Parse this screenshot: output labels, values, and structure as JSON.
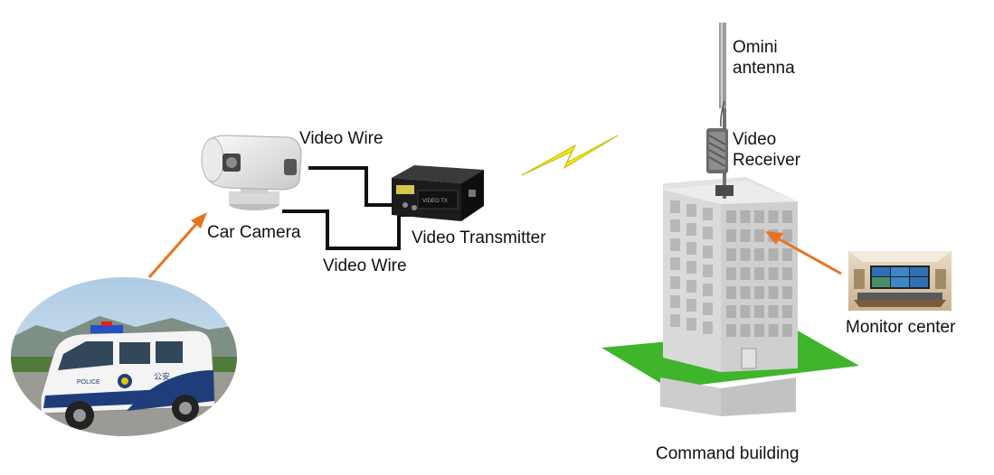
{
  "labels": {
    "antenna_line1": "Omini",
    "antenna_line2": "antenna",
    "receiver_line1": "Video",
    "receiver_line2": "Receiver",
    "video_wire_top": "Video Wire",
    "video_wire_bottom": "Video Wire",
    "car_camera": "Car Camera",
    "video_transmitter": "Video Transmitter",
    "monitor_center": "Monitor center",
    "command_building": "Command building"
  },
  "colors": {
    "arrow": "#e8731f",
    "lightning": "#f2e81a",
    "ground": "#3fb52b",
    "building_front": "#d5d5d5",
    "building_side": "#bdbdbd",
    "window": "#b0b0b0",
    "wire": "#111111"
  },
  "car_markings": {
    "side_text": "POLICE",
    "chinese_text": "公安"
  },
  "transmitter_panel_text": "VIDEO TX"
}
